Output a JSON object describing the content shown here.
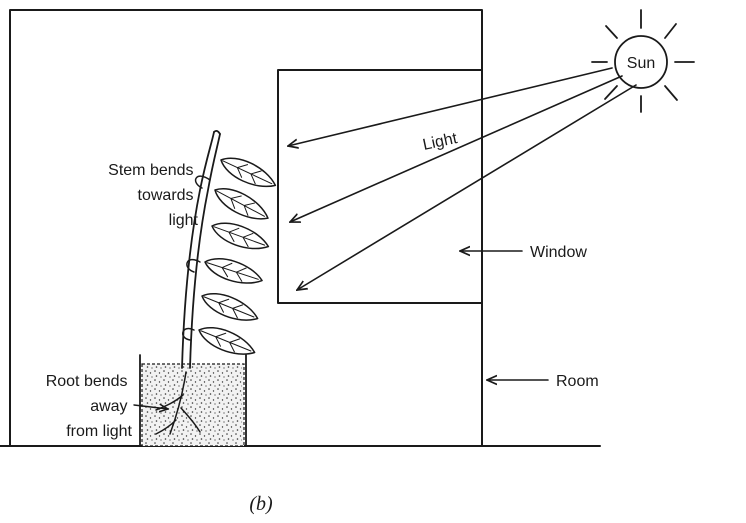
{
  "diagram": {
    "labels": {
      "sun": "Sun",
      "light": "Light",
      "window": "Window",
      "room": "Room",
      "stem": [
        "Stem bends",
        "towards",
        "light"
      ],
      "root": [
        "Root bends",
        "away",
        "from light"
      ]
    },
    "caption": "(b)",
    "colors": {
      "room_fill": "#c9e6f2",
      "window_fill": "#ffffff",
      "ink": "#1a1a1a"
    }
  }
}
